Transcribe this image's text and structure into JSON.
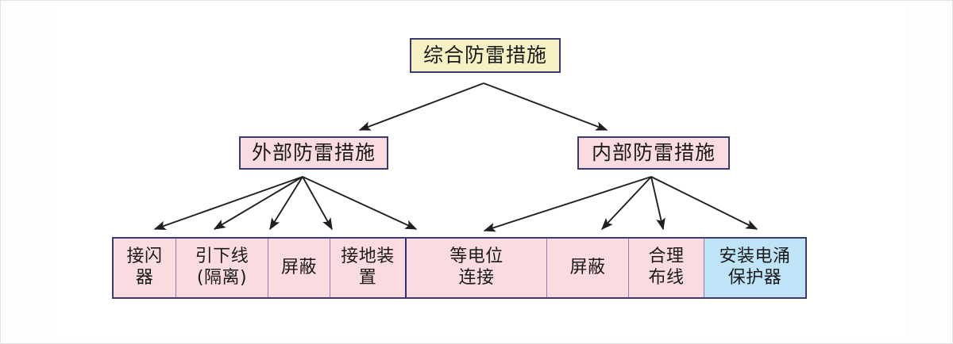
{
  "diagram": {
    "type": "hierarchy-tree",
    "root": {
      "label": "综合防雷措施",
      "fill": "#f7f0c2",
      "border": "#3b3a72"
    },
    "branches": [
      {
        "label": "外部防雷措施",
        "fill": "#fadbe0",
        "border": "#3b3a72"
      },
      {
        "label": "内部防雷措施",
        "fill": "#fadbe0",
        "border": "#3b3a72"
      }
    ],
    "leaves": [
      {
        "label": "接闪\n器",
        "group": "external",
        "fill": "#fadbe0"
      },
      {
        "label": "引下线\n(隔离)",
        "group": "external",
        "fill": "#fadbe0"
      },
      {
        "label": "屏蔽",
        "group": "external",
        "fill": "#fadbe0"
      },
      {
        "label": "接地装\n置",
        "group": "external",
        "fill": "#fadbe0"
      },
      {
        "label": "等电位\n连接",
        "group": "internal",
        "fill": "#fadbe0"
      },
      {
        "label": "屏蔽",
        "group": "internal",
        "fill": "#fadbe0"
      },
      {
        "label": "合理\n布线",
        "group": "internal",
        "fill": "#fadbe0"
      },
      {
        "label": "安装电涌\n保护器",
        "group": "internal",
        "fill": "#bfe4f7"
      }
    ]
  },
  "colors": {
    "box_border": "#3b3a72",
    "divider": "#8f7fb8",
    "group_divider": "#2e2e78",
    "arrow": "#202020",
    "fill_yellow": "#f7f0c2",
    "fill_pink": "#fadbe0",
    "fill_blue": "#bfe4f7",
    "canvas": "#ffffff"
  }
}
